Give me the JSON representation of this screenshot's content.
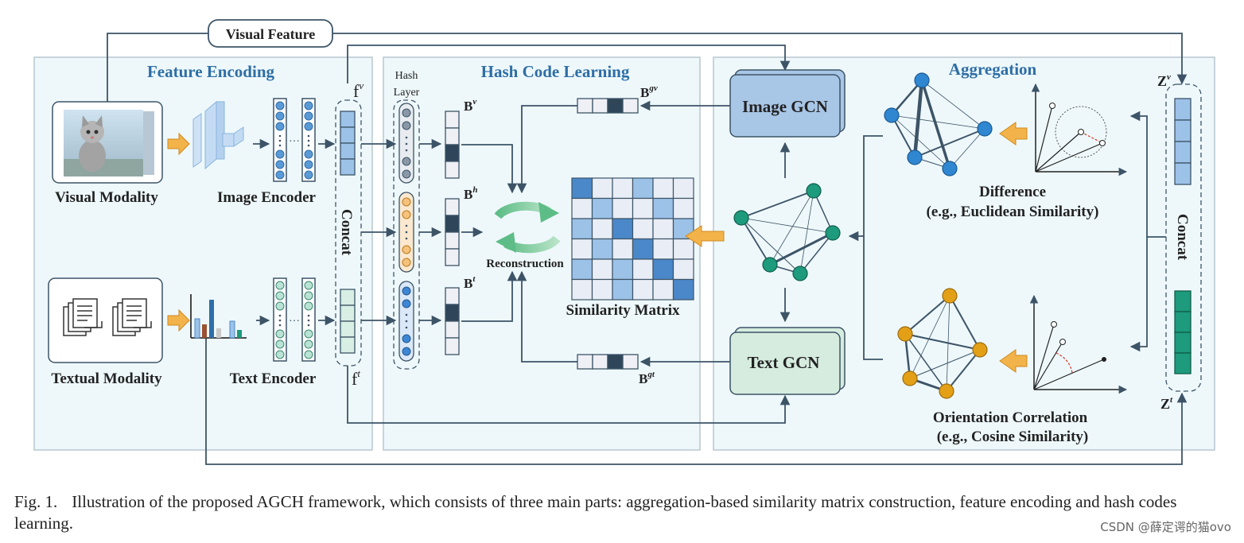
{
  "sections": {
    "feature_encoding": "Feature Encoding",
    "hash_code_learning": "Hash Code Learning",
    "aggregation": "Aggregation"
  },
  "labels": {
    "visual_feature": "Visual Feature",
    "visual_modality": "Visual Modality",
    "textual_modality": "Textual Modality",
    "image_encoder": "Image Encoder",
    "text_encoder": "Text Encoder",
    "concat_left": "Concat",
    "concat_right": "Concat",
    "hash_layer_line1": "Hash",
    "hash_layer_line2": "Layer",
    "reconstruction": "Reconstruction",
    "similarity_matrix": "Similarity Matrix",
    "image_gcn": "Image GCN",
    "text_gcn": "Text GCN",
    "difference": "Difference",
    "difference_example": "(e.g., Euclidean Similarity)",
    "orientation": "Orientation Correlation",
    "orientation_example": "(e.g., Cosine Similarity)"
  },
  "symbols": {
    "fv_base": "f",
    "fv_sup": "v",
    "ft_base": "f",
    "ft_sup": "t",
    "bv_base": "B",
    "bv_sup": "v",
    "bh_base": "B",
    "bh_sup": "h",
    "bt_base": "B",
    "bt_sup": "t",
    "bgv_base": "B",
    "bgv_sup": "gv",
    "bgt_base": "B",
    "bgt_sup": "gt",
    "zv_base": "Z",
    "zv_sup": "v",
    "zt_base": "Z",
    "zt_sup": "t"
  },
  "caption": {
    "label": "Fig. 1.",
    "text": "Illustration of the proposed AGCH framework, which consists of three main parts: aggregation-based similarity matrix construction, feature encoding and hash codes learning."
  },
  "watermark": "CSDN @薛定谔的猫ovo",
  "colors": {
    "panel_bg": "#eef8fb",
    "panel_border": "#b7c7cf",
    "title_blue": "#2e6ea6",
    "line": "#3d5467",
    "arrow_orange": "#f2b34a",
    "image_blue": "#4b88c9",
    "light_blue": "#9cc2e8",
    "text_green": "#1e9a7c",
    "orange_node": "#e3a017",
    "dark_cell": "#2f4559"
  }
}
